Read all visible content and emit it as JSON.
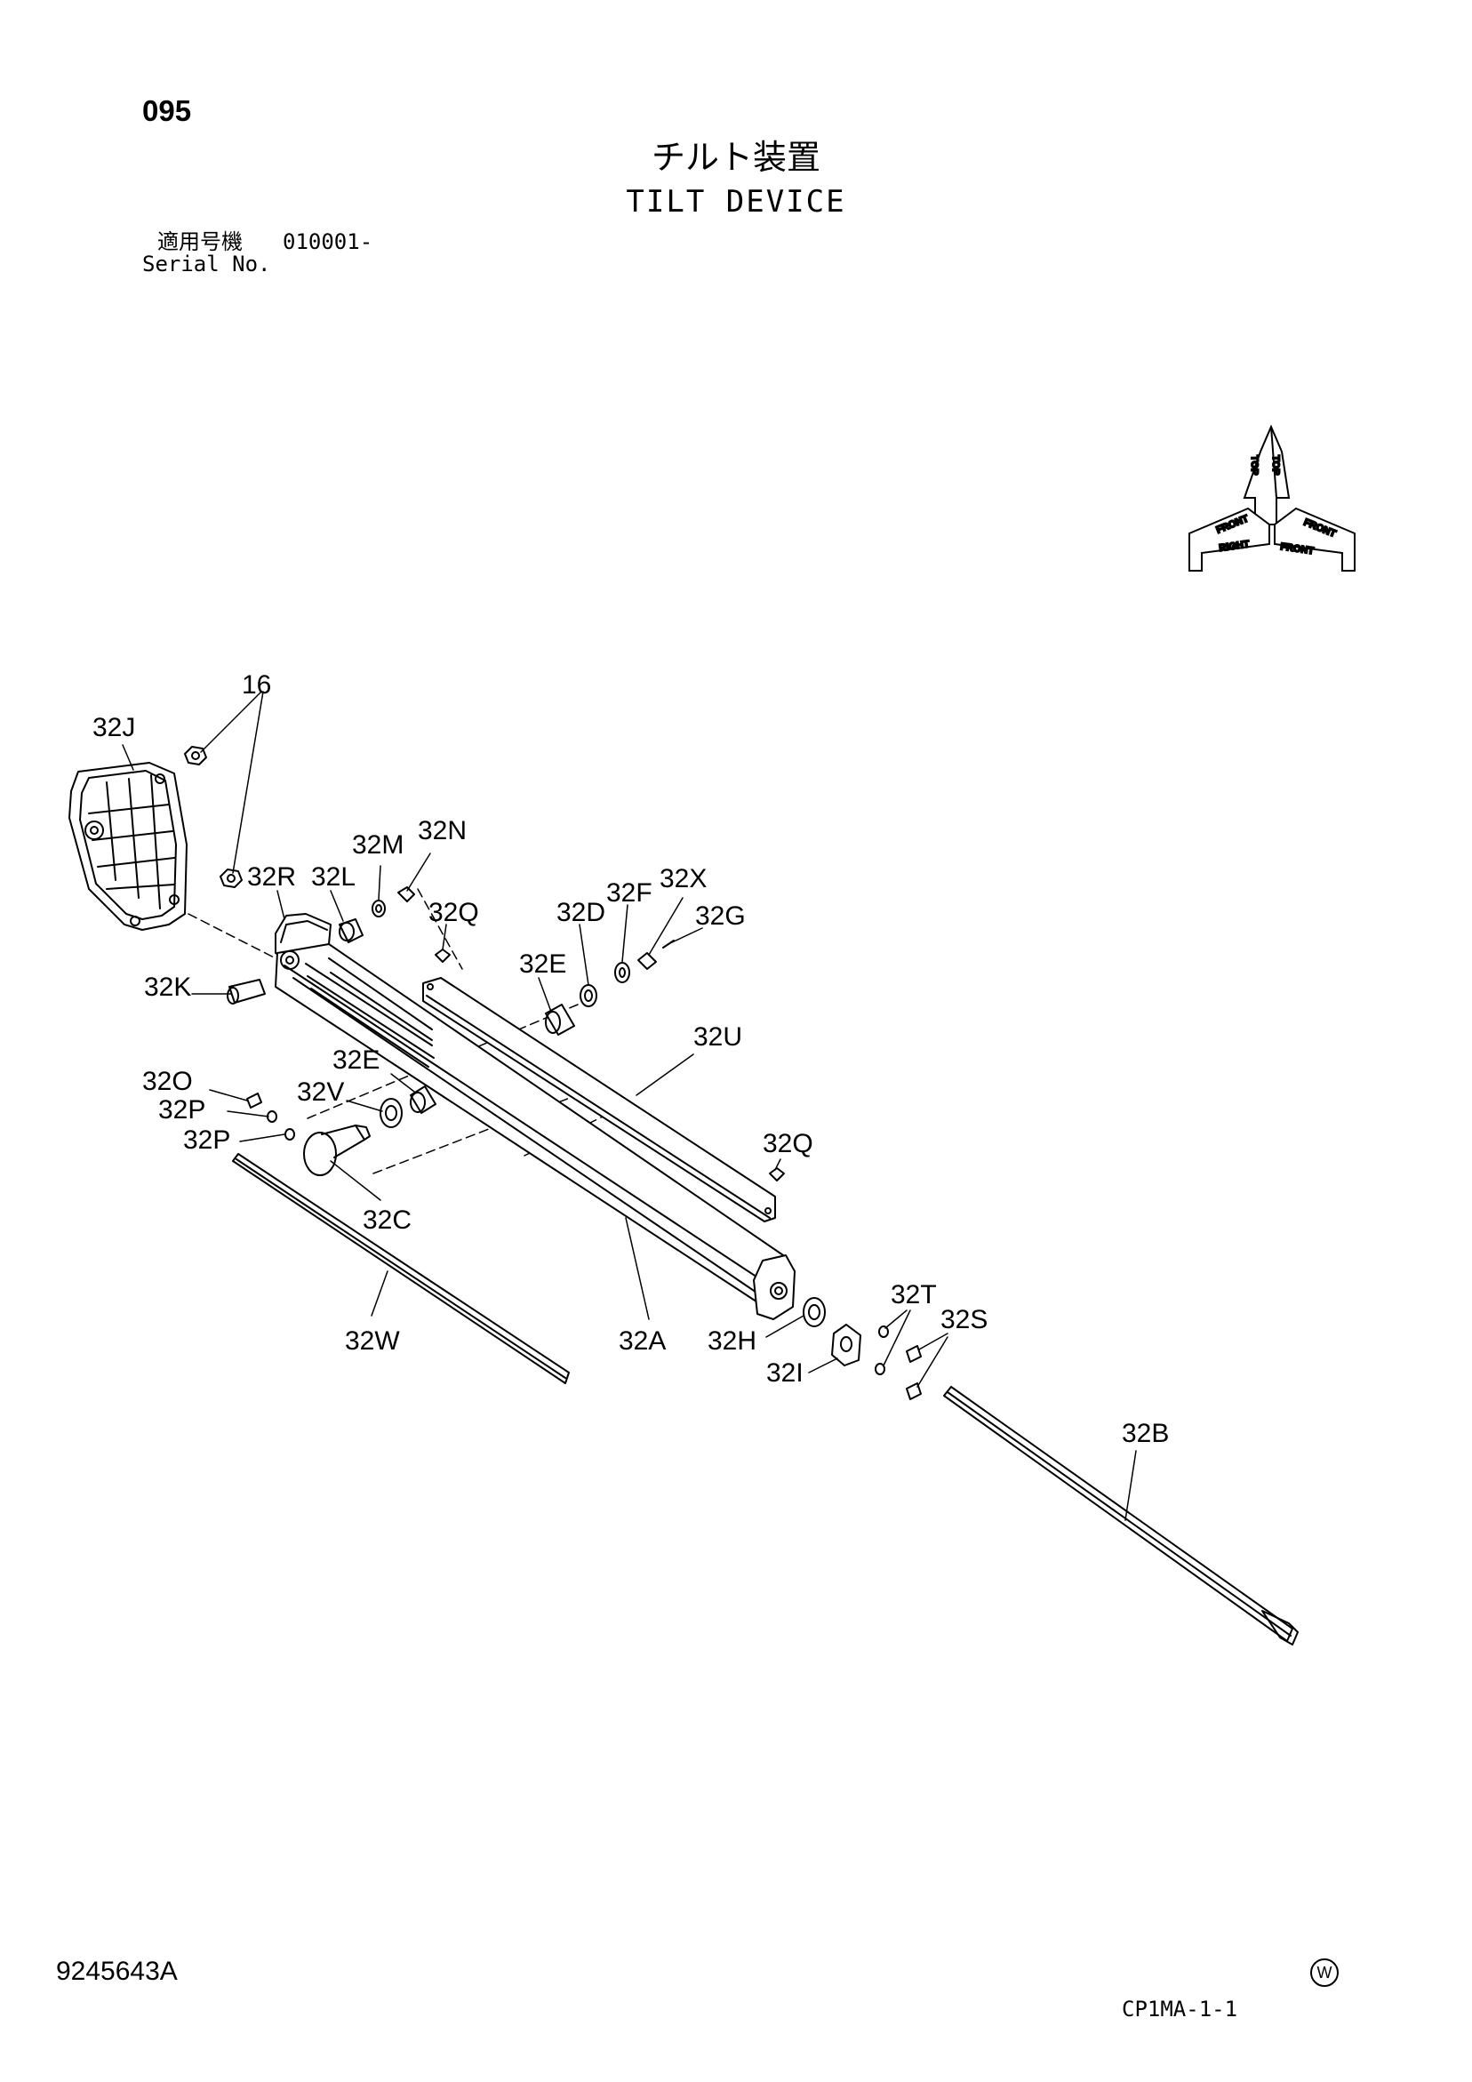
{
  "header": {
    "page_number": "095",
    "title_ja": "チルト装置",
    "title_en": "TILT DEVICE",
    "serial_label_ja": "適用号機",
    "serial_value": "010001-",
    "serial_label_en": "Serial No."
  },
  "orientation_indicator": {
    "top_label": "TOP",
    "front_label": "FRONT",
    "right_label": "RIGHT"
  },
  "callouts": {
    "c16": "16",
    "c32J": "32J",
    "c32K": "32K",
    "c32R": "32R",
    "c32L": "32L",
    "c32M": "32M",
    "c32N": "32N",
    "c32Q_top": "32Q",
    "c32D": "32D",
    "c32F": "32F",
    "c32X": "32X",
    "c32G": "32G",
    "c32E_top": "32E",
    "c32U": "32U",
    "c32E_mid": "32E",
    "c32O": "32O",
    "c32V": "32V",
    "c32P_1": "32P",
    "c32P_2": "32P",
    "c32C": "32C",
    "c32Q_bottom": "32Q",
    "c32W": "32W",
    "c32A": "32A",
    "c32H": "32H",
    "c32T": "32T",
    "c32S": "32S",
    "c32I": "32I",
    "c32B": "32B"
  },
  "footer": {
    "drawing_number": "9245643A",
    "mark": "W",
    "code": "CP1MA-1-1"
  }
}
